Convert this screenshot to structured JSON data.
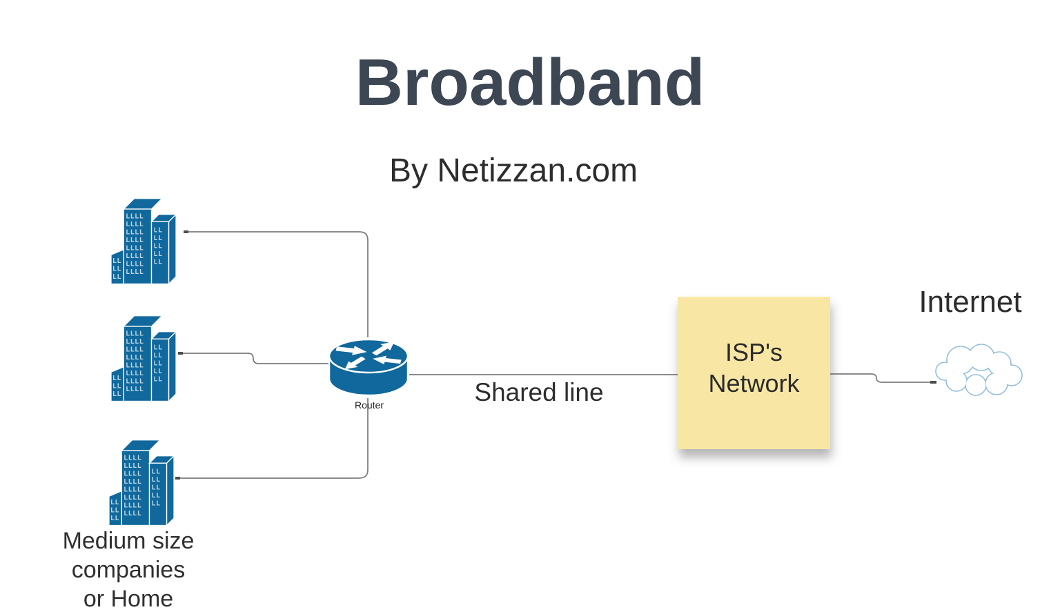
{
  "title": "Broadband",
  "subtitle": "By Netizzan.com",
  "nodes": {
    "buildings": {
      "icon": "office-buildings-icon",
      "count": 3,
      "caption_lines": [
        "Medium size",
        "companies",
        "or Home"
      ]
    },
    "router": {
      "icon": "router-icon",
      "label": "Router"
    },
    "isp_note": {
      "lines": [
        "ISP's",
        "Network"
      ]
    },
    "internet": {
      "icon": "cloud-icon",
      "label": "Internet"
    }
  },
  "edges": {
    "shared_line_label": "Shared line"
  },
  "colors": {
    "device_blue": "#10689c",
    "window_light": "#bdd6e4",
    "note_yellow": "#f8e7a4",
    "connector_gray": "#7a7a7a",
    "cloud_stroke": "#8fbcd9",
    "title_color": "#3d4653",
    "text_color": "#2d2d2d"
  }
}
